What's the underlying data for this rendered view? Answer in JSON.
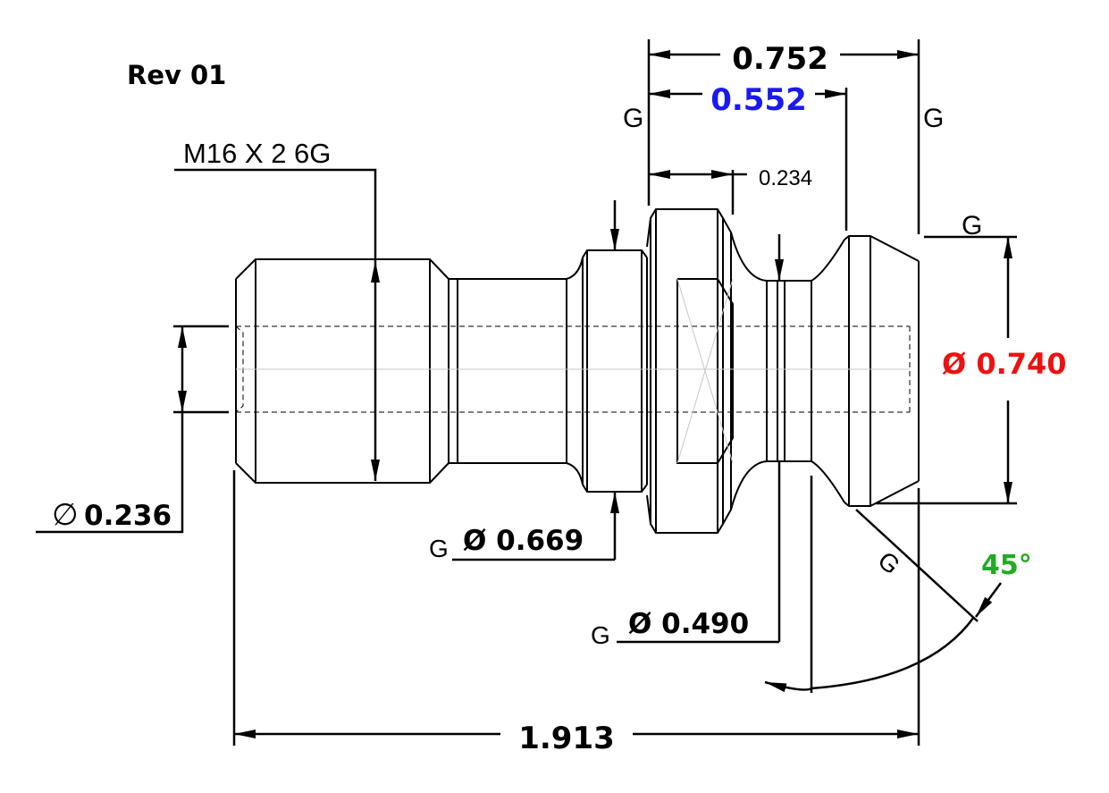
{
  "revision": "Rev 01",
  "thread_callout": "M16 X 2 6G",
  "dimensions": {
    "overall_length": "1.913",
    "upper_length": "0.752",
    "mid_length": "0.552",
    "flange_width": "0.234",
    "bore_dia": "0.236",
    "bore_dia_symbol": "∅",
    "flange_dia": "Ø 0.669",
    "groove_dia": "Ø 0.490",
    "head_dia": "Ø 0.740",
    "chamfer_angle": "45°"
  },
  "grind_marks": {
    "upper_left": "G",
    "upper_right": "G",
    "head_top": "G",
    "flange": "G",
    "groove": "G",
    "chamfer": "G"
  },
  "colors": {
    "mid_length": "#1a1aee",
    "head_dia": "#ee1111",
    "chamfer_angle": "#22aa22",
    "line": "#000000"
  }
}
